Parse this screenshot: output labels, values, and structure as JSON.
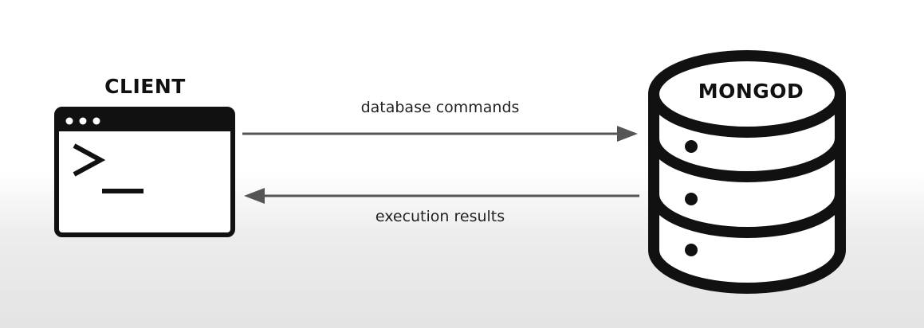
{
  "client": {
    "title": "CLIENT",
    "icon": "terminal-window-icon"
  },
  "server": {
    "title": "MONGOD",
    "icon": "database-cylinder-icon"
  },
  "arrows": {
    "request_label": "database commands",
    "response_label": "execution results"
  },
  "colors": {
    "stroke": "#111111",
    "arrow": "#555555"
  }
}
